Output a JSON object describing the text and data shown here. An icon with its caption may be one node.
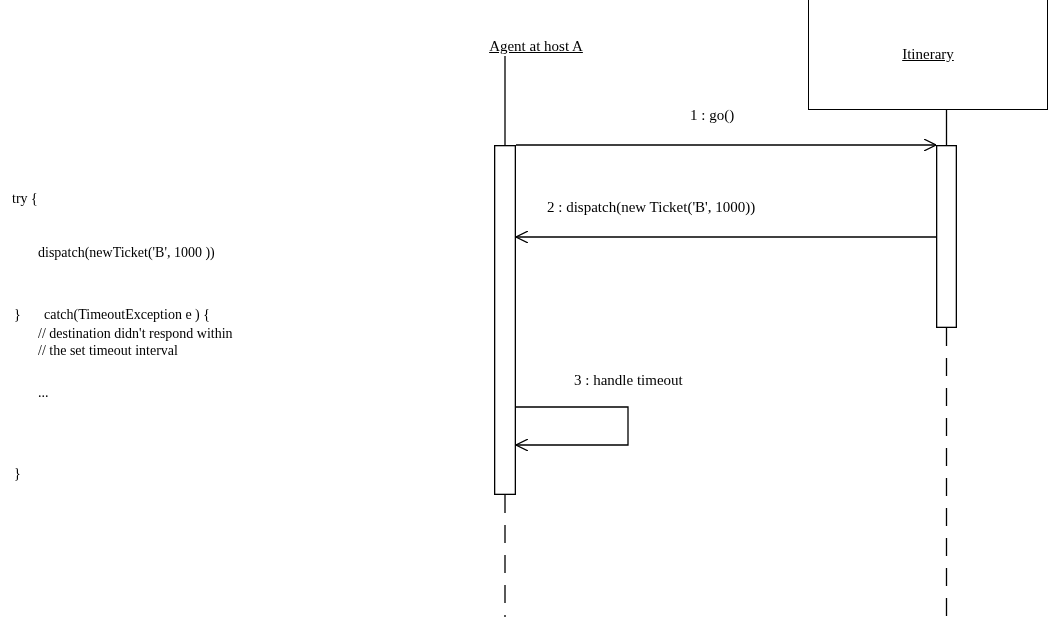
{
  "diagram": {
    "nodes": [
      {
        "text": [
          "Agent at host A"
        ]
      },
      {
        "text": [
          "Itinerary"
        ]
      },
      {
        "text": [],
        "shape": "bar"
      },
      {
        "text": [],
        "shape": "bar"
      }
    ],
    "edges": [
      {
        "from": 0,
        "to": 2,
        "arrow": "none"
      },
      {
        "from": 1,
        "to": 3,
        "arrow": "none"
      },
      {
        "from": 2,
        "to": 3,
        "arrow": "to",
        "label": "1 : go()"
      },
      {
        "from": 3,
        "to": 2,
        "arrow": "to",
        "label": "2 : dispatch(new Ticket('B', 1000))"
      },
      {
        "from": 2,
        "to": 2,
        "arrow": "to",
        "label": "3 : handle timeout"
      },
      {
        "from": 2,
        "to": null,
        "arrow": "none",
        "style": "dashed"
      },
      {
        "from": 3,
        "to": null,
        "arrow": "none",
        "style": "dashed"
      }
    ],
    "labels": [
      "try {",
      "dispatch(newTicket('B', 1000 ))",
      "}",
      "catch(TimeoutException e ) {",
      "// destination didn't respond within",
      "// the set timeout interval",
      "...",
      "}"
    ]
  }
}
